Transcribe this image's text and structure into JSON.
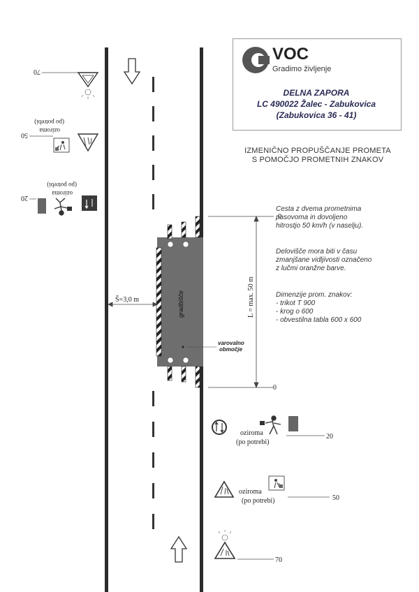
{
  "logo": {
    "brand": "VOC",
    "slogan": "Gradimo življenje"
  },
  "title": {
    "line1": "DELNA ZAPORA",
    "line2": "LC 490022 Žalec - Zabukovica",
    "line3": "(Zabukovica 36 - 41)"
  },
  "heading": {
    "line1": "IZMENIČNO PROPUŠČANJE PROMETA",
    "line2": "S POMOČJO PROMETNIH ZNAKOV"
  },
  "notes": {
    "road": [
      "Cesta z dvema prometnima",
      "pasovoma in dovoljeno",
      "hitrostjo 50 km/h (v naselju)."
    ],
    "visibility": [
      "Delovišče mora biti v času",
      "zmanjšane vidljivosti označeno",
      "z lučmi oranžne barve."
    ],
    "dimensions": [
      "Dimenzije prom. znakov:",
      "- trikot  T 900",
      "- krog  o 600",
      "- obvestilna tabla  600 x 600"
    ]
  },
  "labels": {
    "width": "Š=3,0 m",
    "length": "L = max. 50 m",
    "worksite": "gradbišče",
    "safety_zone": [
      "varovalno",
      "območje"
    ],
    "zero_top": "0",
    "zero_bottom": "0",
    "alt_word": "oziroma",
    "as_needed": "(po potrebi)"
  },
  "distances": {
    "left_top": "70",
    "left_mid": "50",
    "left_low": "20",
    "right_20": "20",
    "right_50": "50",
    "right_70": "70"
  },
  "colors": {
    "road_edge": "#2b2b2b",
    "worksite": "#6e6e6e",
    "brand": "#555555",
    "title": "#2a2a55"
  }
}
